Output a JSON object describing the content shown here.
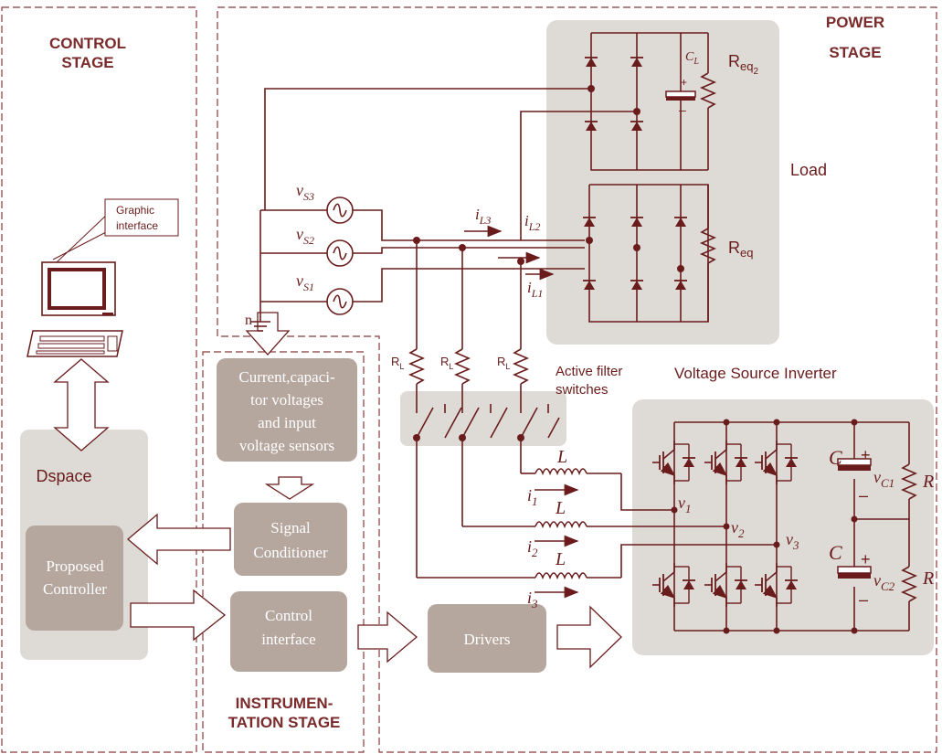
{
  "stages": {
    "control": [
      "CONTROL",
      "STAGE"
    ],
    "power": [
      "POWER",
      "STAGE"
    ],
    "instrumentation": [
      "INSTRUMEN-",
      "TATION STAGE"
    ]
  },
  "labels": {
    "graphic_interface": [
      "Graphic",
      "interface"
    ],
    "dspace": "Dspace",
    "load": "Load",
    "active_filter": [
      "Active filter",
      "switches"
    ],
    "vsi": "Voltage Source Inverter",
    "neutral": "n",
    "req": "R",
    "req_sub": "eq",
    "req2_sub": "eq",
    "req2_subsub": "2",
    "cl": "C",
    "cl_sub": "L",
    "rl": "R",
    "rl_sub": "L",
    "inductor": "L",
    "cap": "C",
    "res": "R",
    "plus": "+",
    "minus": "–"
  },
  "blocks": {
    "sensors": [
      "Current,capaci-",
      "tor voltages",
      "and input",
      "voltage sensors"
    ],
    "signal": [
      "Signal",
      "Conditioner"
    ],
    "control_if": [
      "Control",
      "interface"
    ],
    "controller": [
      "Proposed",
      "Controller"
    ],
    "drivers": "Drivers"
  },
  "sources": [
    {
      "base": "v",
      "sub": "S3"
    },
    {
      "base": "v",
      "sub": "S2"
    },
    {
      "base": "v",
      "sub": "S1"
    }
  ],
  "currents": [
    {
      "base": "i",
      "sub": "L3"
    },
    {
      "base": "i",
      "sub": "L2"
    },
    {
      "base": "i",
      "sub": "L1"
    },
    {
      "base": "i",
      "sub": "1"
    },
    {
      "base": "i",
      "sub": "2"
    },
    {
      "base": "i",
      "sub": "3"
    }
  ],
  "nodes": [
    {
      "base": "v",
      "sub": "1"
    },
    {
      "base": "v",
      "sub": "2"
    },
    {
      "base": "v",
      "sub": "3"
    },
    {
      "base": "v",
      "sub": "C1"
    },
    {
      "base": "v",
      "sub": "C2"
    }
  ],
  "colors": {
    "wire": "#6a1c1c",
    "panel": "#dedbd6",
    "block": "#b5a69e"
  }
}
